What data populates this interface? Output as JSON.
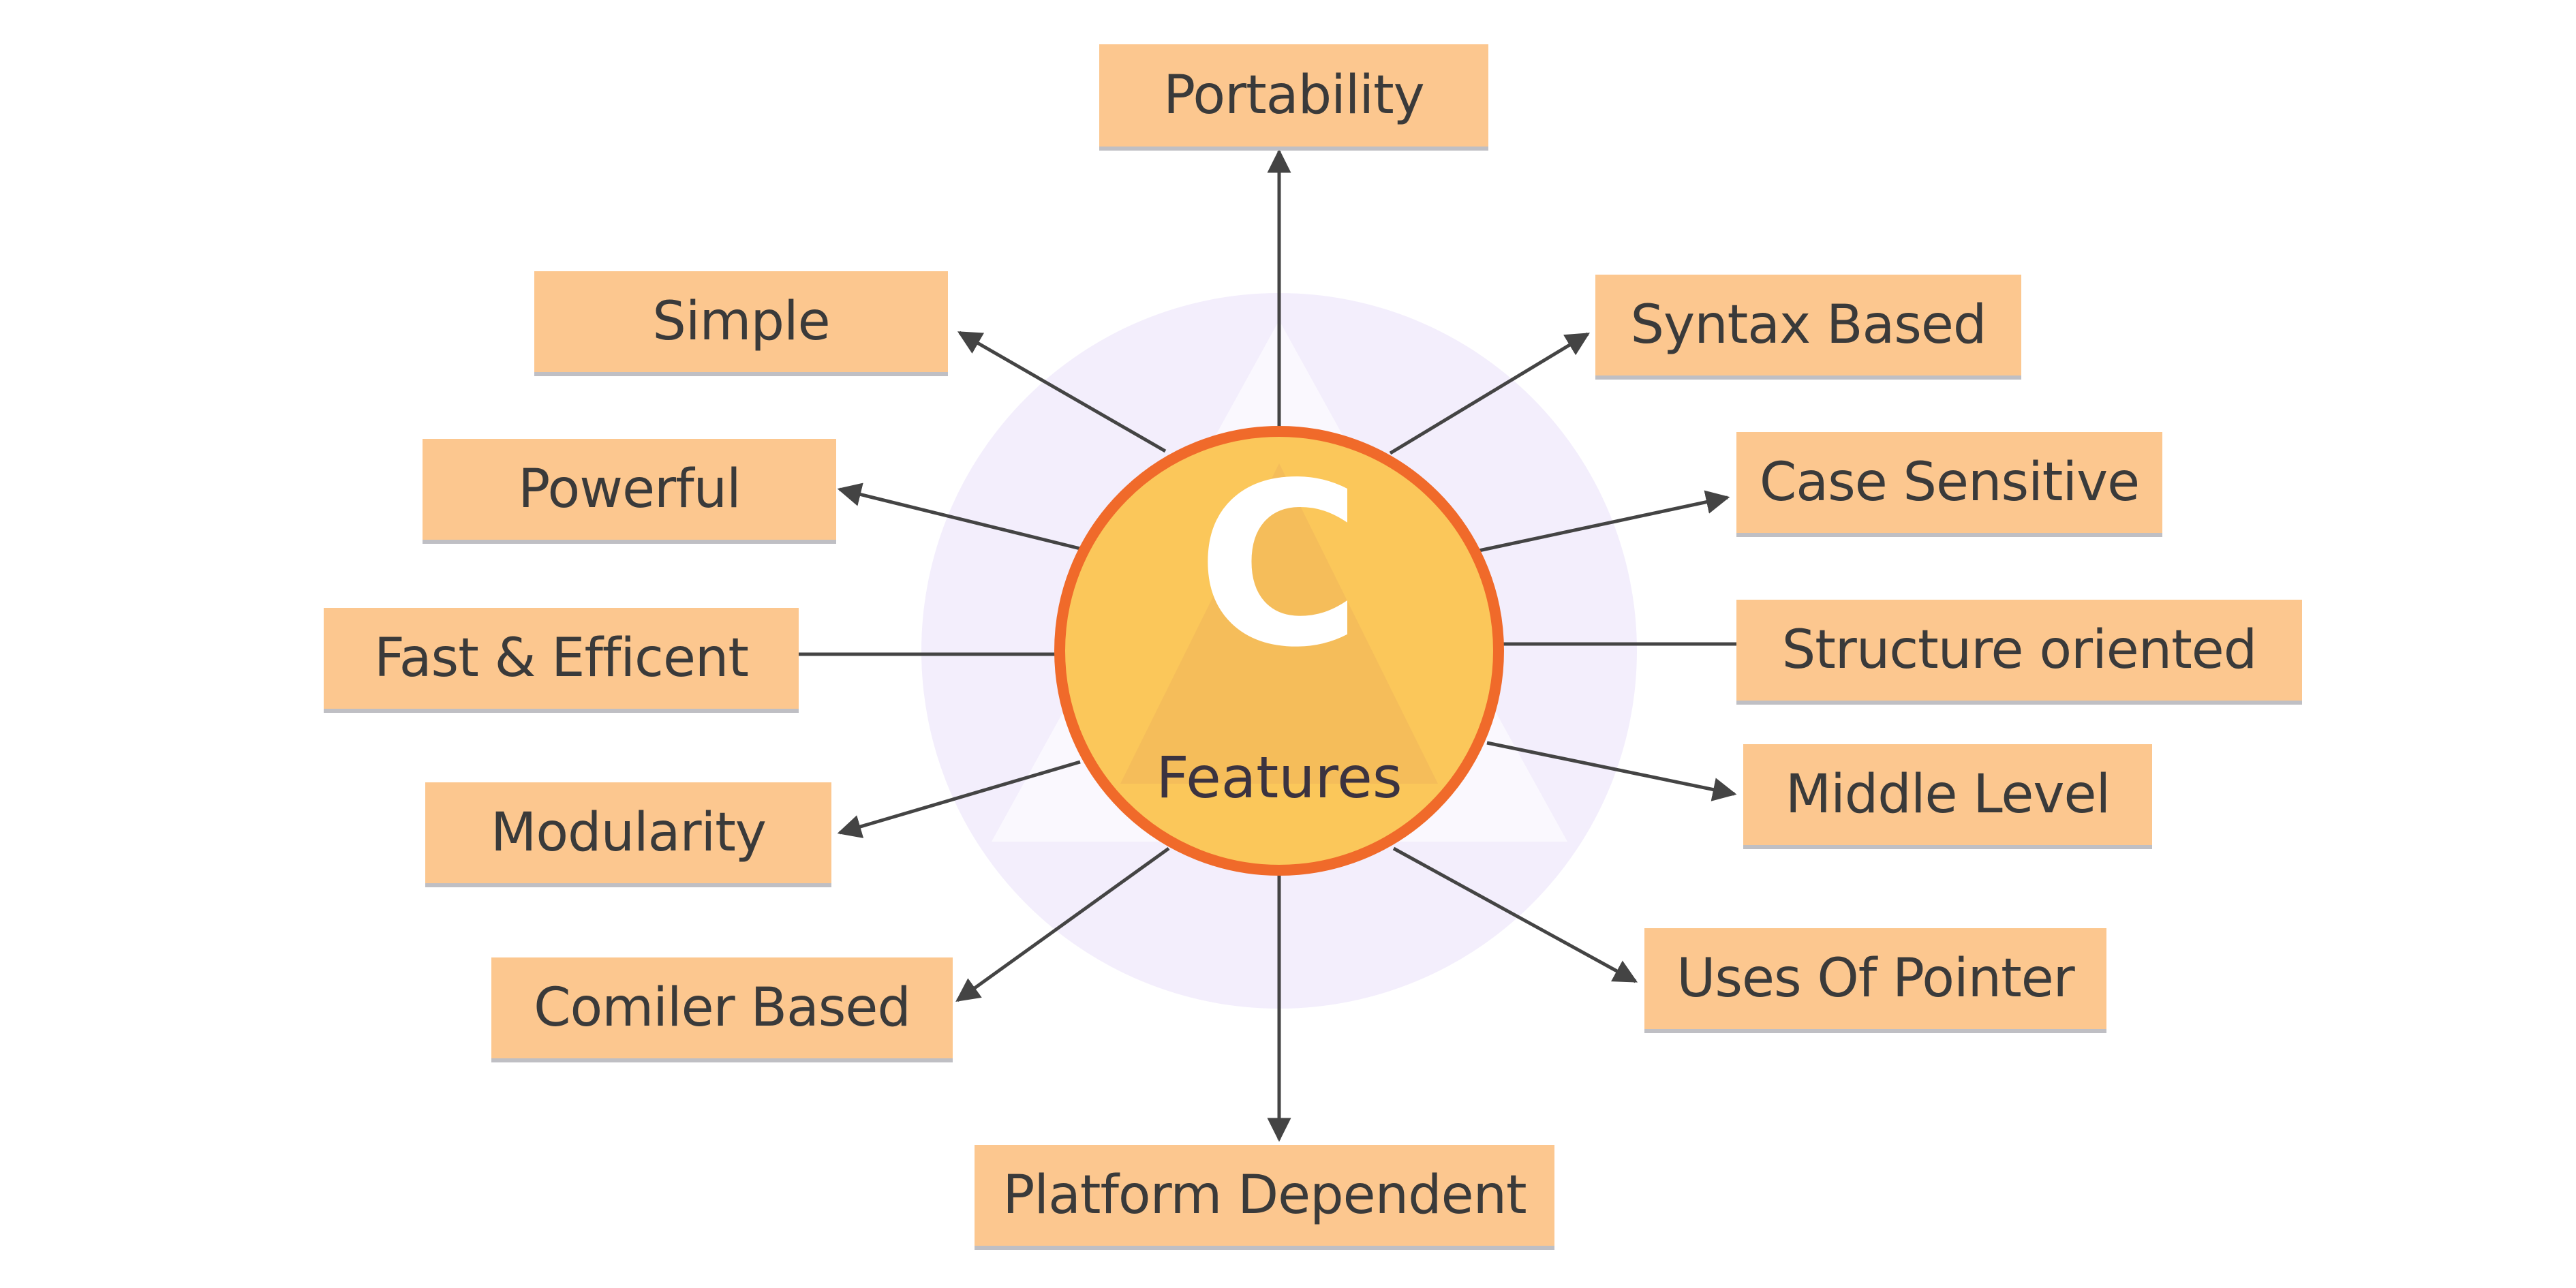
{
  "center": {
    "letter": "C",
    "label": "Features"
  },
  "colors": {
    "box_fill": "#fcc78f",
    "circle_fill": "#fbc75a",
    "circle_stroke": "#f06a2a",
    "halo": "#f3eefc",
    "arrow": "#444444",
    "text": "#3a3a3a"
  },
  "features": [
    {
      "id": "portability",
      "label": "Portability",
      "arrow": true
    },
    {
      "id": "simple",
      "label": "Simple",
      "arrow": true
    },
    {
      "id": "syntax-based",
      "label": "Syntax Based",
      "arrow": true
    },
    {
      "id": "powerful",
      "label": "Powerful",
      "arrow": true
    },
    {
      "id": "case-sensitive",
      "label": "Case Sensitive",
      "arrow": true
    },
    {
      "id": "fast-efficient",
      "label": "Fast & Efficent",
      "arrow": false
    },
    {
      "id": "structure-oriented",
      "label": "Structure oriented",
      "arrow": false
    },
    {
      "id": "modularity",
      "label": "Modularity",
      "arrow": true
    },
    {
      "id": "middle-level",
      "label": "Middle Level",
      "arrow": true
    },
    {
      "id": "compiler-based",
      "label": "Comiler Based",
      "arrow": true
    },
    {
      "id": "uses-of-pointer",
      "label": "Uses Of Pointer",
      "arrow": true
    },
    {
      "id": "platform-dependent",
      "label": "Platform Dependent",
      "arrow": true
    }
  ]
}
